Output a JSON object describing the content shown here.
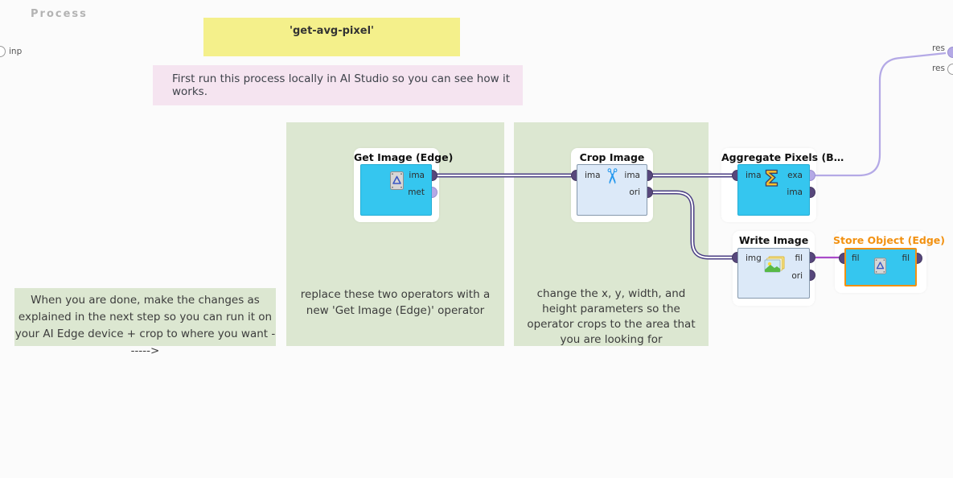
{
  "canvas": {
    "title": "Process"
  },
  "edge_ports": {
    "input_label": "inp",
    "result1_label": "res",
    "result2_label": "res"
  },
  "notes": {
    "yellow": {
      "text": "'get-avg-pixel'",
      "bg": "#f4f08b"
    },
    "pink": {
      "text": "First run this process locally in AI Studio so you can see how it works.",
      "bg": "#f5e4f0"
    },
    "left_green": {
      "text": "When you are done, make the changes as explained in the next step so you can run it on your AI Edge device + crop to where you want ------>",
      "bg": "#dce7d1"
    },
    "panel_1": {
      "text": "replace these two operators with a new 'Get Image (Edge)' operator",
      "bg": "#dce7d1"
    },
    "panel_2": {
      "text": "change the x, y, width, and height parameters so the operator crops to the area that you are looking for",
      "bg": "#dce7d1"
    }
  },
  "operators": {
    "get_image": {
      "title": "Get Image (Edge)",
      "out1": "ima",
      "out2": "met"
    },
    "crop_image": {
      "title": "Crop Image",
      "in1": "ima",
      "out1": "ima",
      "out2": "ori"
    },
    "aggregate_pixels": {
      "title": "Aggregate Pixels (B…",
      "in1": "ima",
      "out1": "exa",
      "out2": "ima"
    },
    "write_image": {
      "title": "Write Image",
      "in1": "img",
      "out1": "fil",
      "out2": "ori"
    },
    "store_object": {
      "title": "Store Object (Edge)",
      "in1": "fil",
      "out1": "fil"
    }
  },
  "icons": {
    "edge_badge": "gray-plate-with-blue-triangle",
    "scissors_glyph": "✂",
    "sigma_glyph": "Σ",
    "picture": "stacked-landscape-photos"
  },
  "colors": {
    "operator_cyan": "#35c6ef",
    "operator_light_blue": "#dce9f8",
    "store_accent_orange": "#f29111",
    "note_yellow": "#f4f08b",
    "note_pink": "#f5e4f0",
    "note_green": "#dce7d1",
    "connection_image_purple": "#4b3f85",
    "connection_file_magenta": "#a94bc9",
    "connection_result_lavender": "#b4a9e6",
    "port_dark": "#57477c",
    "port_light": "#b4a9e6"
  }
}
